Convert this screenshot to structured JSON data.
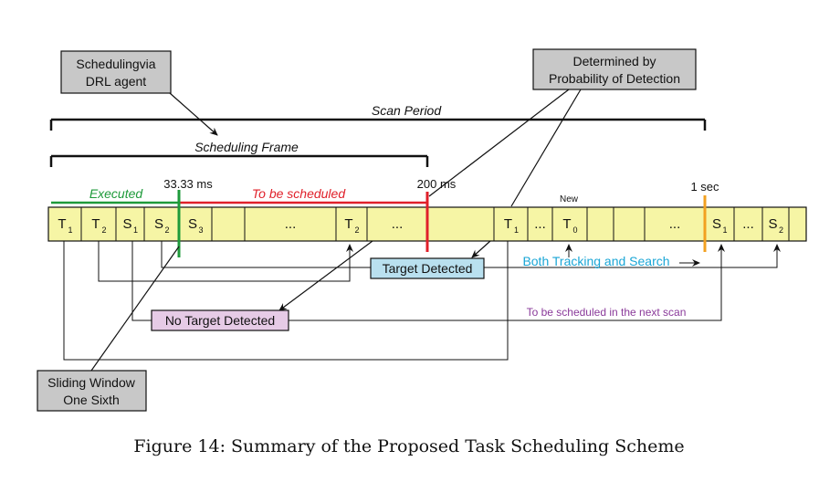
{
  "boxes": {
    "scheduling_line1": "Schedulingvia",
    "scheduling_line2": "DRL agent",
    "determined_line1": "Determined by",
    "determined_line2": "Probability of Detection",
    "sliding_line1": "Sliding Window",
    "sliding_line2": "One Sixth",
    "target_detected": "Target Detected",
    "no_target_detected": "No Target Detected"
  },
  "labels": {
    "scan_period": "Scan Period",
    "scheduling_frame": "Scheduling Frame",
    "executed": "Executed",
    "to_be_scheduled": "To be scheduled",
    "t_33": "33.33 ms",
    "t_200": "200 ms",
    "t_1sec": "1 sec",
    "new": "New",
    "both_tracking": "Both Tracking and Search",
    "next_scan": "To be scheduled in the next scan"
  },
  "timeline": [
    {
      "main": "T",
      "sub": "1"
    },
    {
      "main": "T",
      "sub": "2"
    },
    {
      "main": "S",
      "sub": "1"
    },
    {
      "main": "S",
      "sub": "2"
    },
    {
      "main": "S",
      "sub": "3"
    },
    {
      "main": "",
      "sub": ""
    },
    {
      "main": "...",
      "sub": ""
    },
    {
      "main": "T",
      "sub": "2"
    },
    {
      "main": "...",
      "sub": ""
    },
    {
      "main": "",
      "sub": ""
    },
    {
      "main": "T",
      "sub": "1"
    },
    {
      "main": "...",
      "sub": ""
    },
    {
      "main": "T",
      "sub": "0"
    },
    {
      "main": "",
      "sub": ""
    },
    {
      "main": "",
      "sub": ""
    },
    {
      "main": "...",
      "sub": ""
    },
    {
      "main": "S",
      "sub": "1"
    },
    {
      "main": "...",
      "sub": ""
    },
    {
      "main": "S",
      "sub": "2"
    },
    {
      "main": "",
      "sub": ""
    }
  ],
  "caption": "Figure 14: Summary of the Proposed Task Scheduling Scheme",
  "colors": {
    "cell_fill": "#f6f5a5",
    "gray_box": "#c8c8c8",
    "blue_box": "#b9e0ef",
    "purple_box": "#e6cbe6",
    "green": "#1e9a3a",
    "red": "#e0202a",
    "orange": "#f2a020",
    "cyan": "#1aa6d6",
    "purple": "#8a3a9a"
  }
}
